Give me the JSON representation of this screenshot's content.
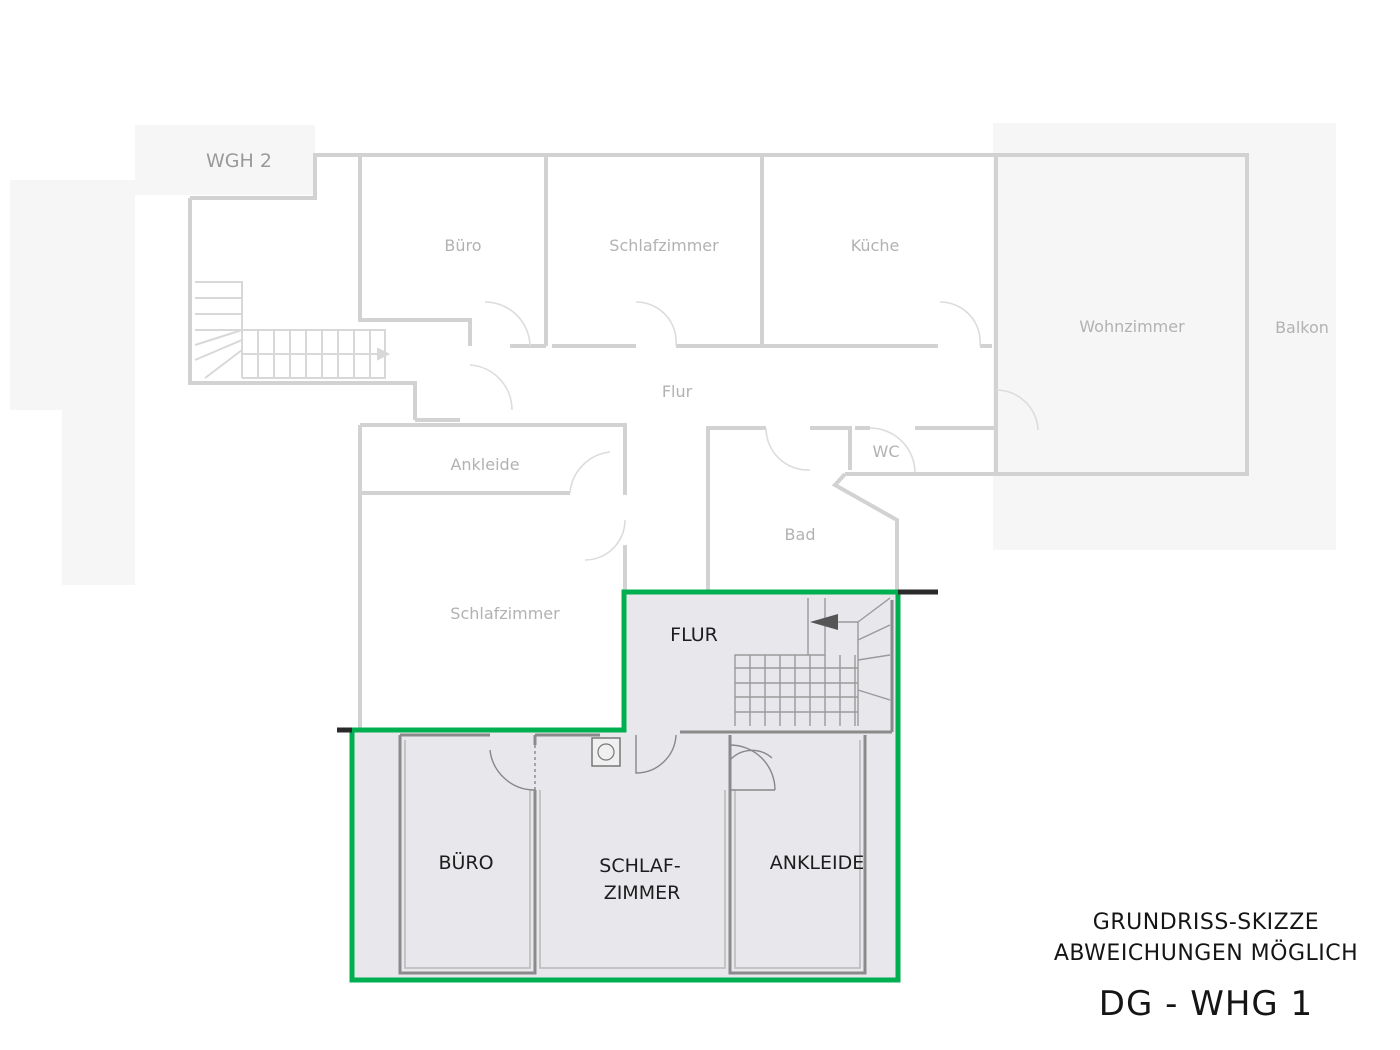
{
  "upper_floor": {
    "building_label": "WGH 2",
    "rooms": {
      "buero": "Büro",
      "schlafzimmer_top": "Schlafzimmer",
      "kueche": "Küche",
      "wohnzimmer": "Wohnzimmer",
      "balkon": "Balkon",
      "flur": "Flur",
      "wc": "WC",
      "ankleide": "Ankleide",
      "bad": "Bad",
      "schlafzimmer_bottom": "Schlafzimmer"
    }
  },
  "highlighted_unit": {
    "accent_color": "#00b050",
    "rooms": {
      "flur": "FLUR",
      "buero": "BÜRO",
      "schlafzimmer_line1": "SCHLAF-",
      "schlafzimmer_line2": "ZIMMER",
      "ankleide": "ANKLEIDE"
    }
  },
  "caption": {
    "line1": "GRUNDRISS-SKIZZE",
    "line2": "ABWEICHUNGEN MÖGLICH",
    "title": "DG - WHG 1"
  }
}
